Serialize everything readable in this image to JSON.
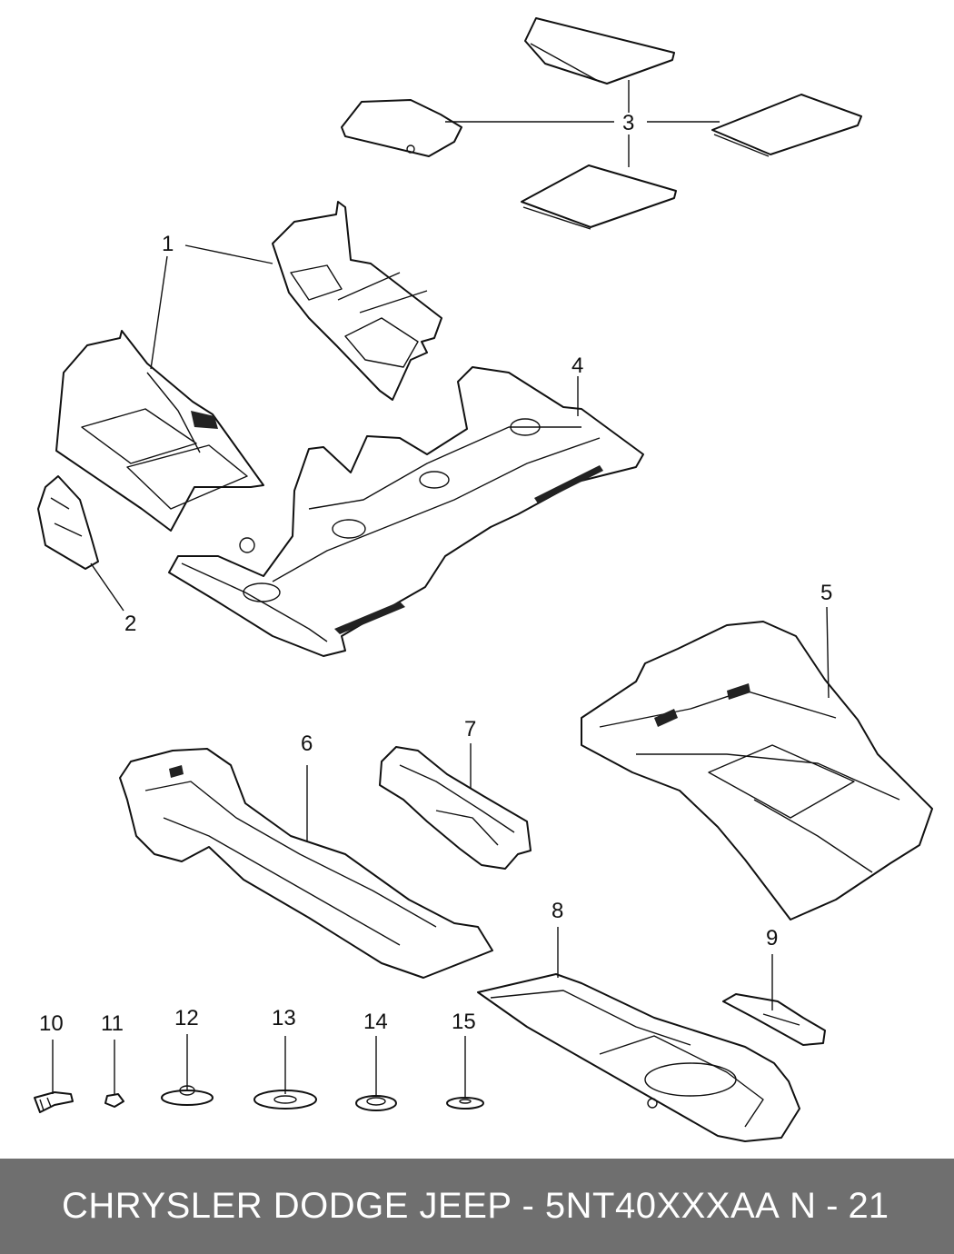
{
  "callouts": {
    "c1": "1",
    "c2": "2",
    "c3": "3",
    "c4": "4",
    "c5": "5",
    "c6": "6",
    "c7": "7",
    "c8": "8",
    "c9": "9",
    "c10": "10",
    "c11": "11",
    "c12": "12",
    "c13": "13",
    "c14": "14",
    "c15": "15"
  },
  "footer": {
    "title": "CHRYSLER DODGE JEEP - 5NT40XXXAA",
    "page": "N - 21"
  },
  "colors": {
    "footer_bg": "#6f6f6f",
    "footer_text": "#ffffff",
    "line": "#111111"
  }
}
